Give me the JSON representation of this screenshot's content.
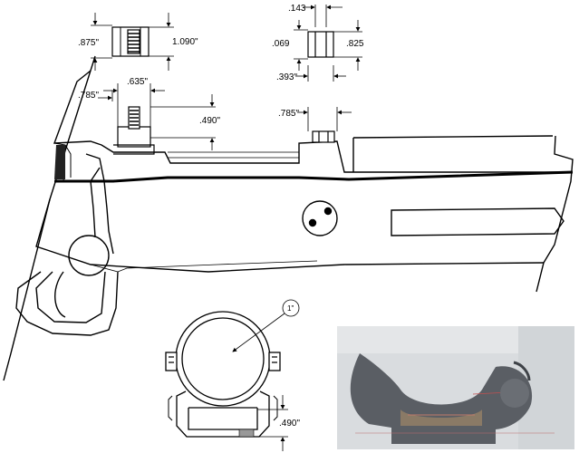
{
  "dimensions": {
    "front_base_height": ".875\"",
    "front_base_length": "1.090\"",
    "rear_top": ".143",
    "rear_left": ".069",
    "rear_right": ".825",
    "rear_bottom": ".393\"",
    "front_offset": ".785\"",
    "front_width": ".635\"",
    "front_height": ".490\"",
    "rear_offset": ".785\"",
    "ring_diameter": "1\"",
    "ring_height": ".490\""
  },
  "colors": {
    "line": "#000000",
    "photo_background": "#d7dadd",
    "ring_metal": "#55595f"
  }
}
